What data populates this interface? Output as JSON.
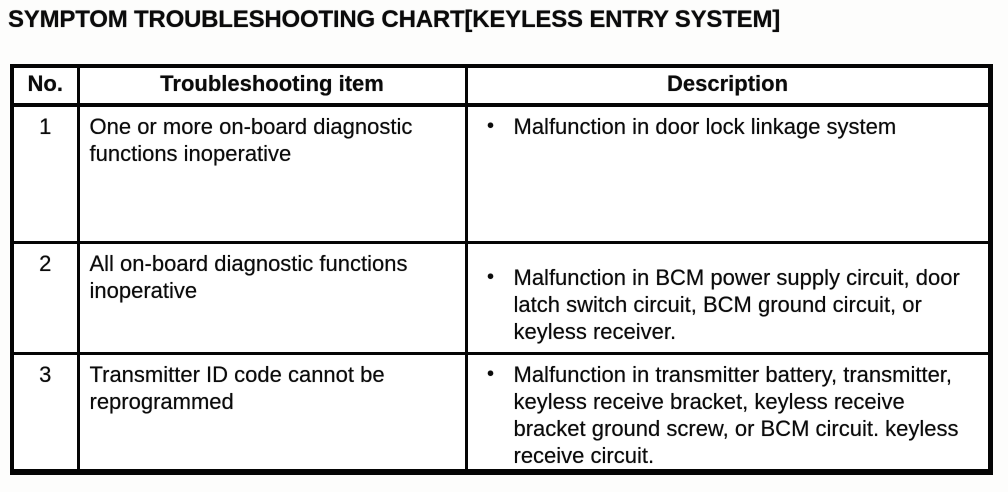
{
  "title": "SYMPTOM TROUBLESHOOTING CHART[KEYLESS ENTRY SYSTEM]",
  "bullet_glyph": "•",
  "table": {
    "columns": [
      "No.",
      "Troubleshooting item",
      "Description"
    ],
    "rows": [
      {
        "no": "1",
        "item": "One or more on-board diagnostic functions inoperative",
        "description": "Malfunction in door lock linkage system"
      },
      {
        "no": "2",
        "item": "All on-board diagnostic functions inoperative",
        "description": "Malfunction in BCM power supply circuit, door latch switch circuit, BCM ground circuit, or keyless receiver."
      },
      {
        "no": "3",
        "item": "Transmitter ID code cannot be reprogrammed",
        "description": "Malfunction in transmitter battery, transmitter, keyless receive bracket, keyless receive bracket ground screw, or BCM circuit. keyless receive circuit."
      }
    ]
  }
}
